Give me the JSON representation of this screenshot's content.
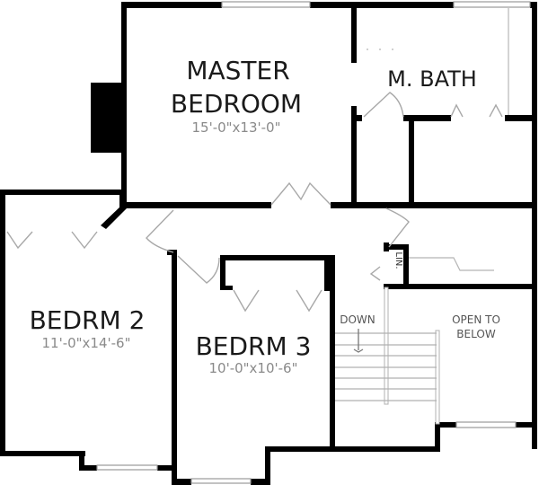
{
  "plan": {
    "rooms": [
      {
        "id": "master-bedroom",
        "name_line1": "MASTER",
        "name_line2": "BEDROOM",
        "dimensions": "15'-0\"x13'-0\""
      },
      {
        "id": "master-bath",
        "name": "M. BATH"
      },
      {
        "id": "bedroom-2",
        "name": "BEDRM 2",
        "dimensions": "11'-0\"x14'-6\""
      },
      {
        "id": "bedroom-3",
        "name": "BEDRM 3",
        "dimensions": "10'-0\"x10'-6\""
      }
    ],
    "labels": {
      "linen": "LIN.",
      "stairs_direction": "DOWN",
      "open_line1": "OPEN TO",
      "open_line2": "BELOW"
    },
    "colors": {
      "wall": "#000000",
      "fixture_line": "#a8a8a8",
      "room_name": "#1a1a1a",
      "dimension_text": "#8a8a8a"
    }
  }
}
